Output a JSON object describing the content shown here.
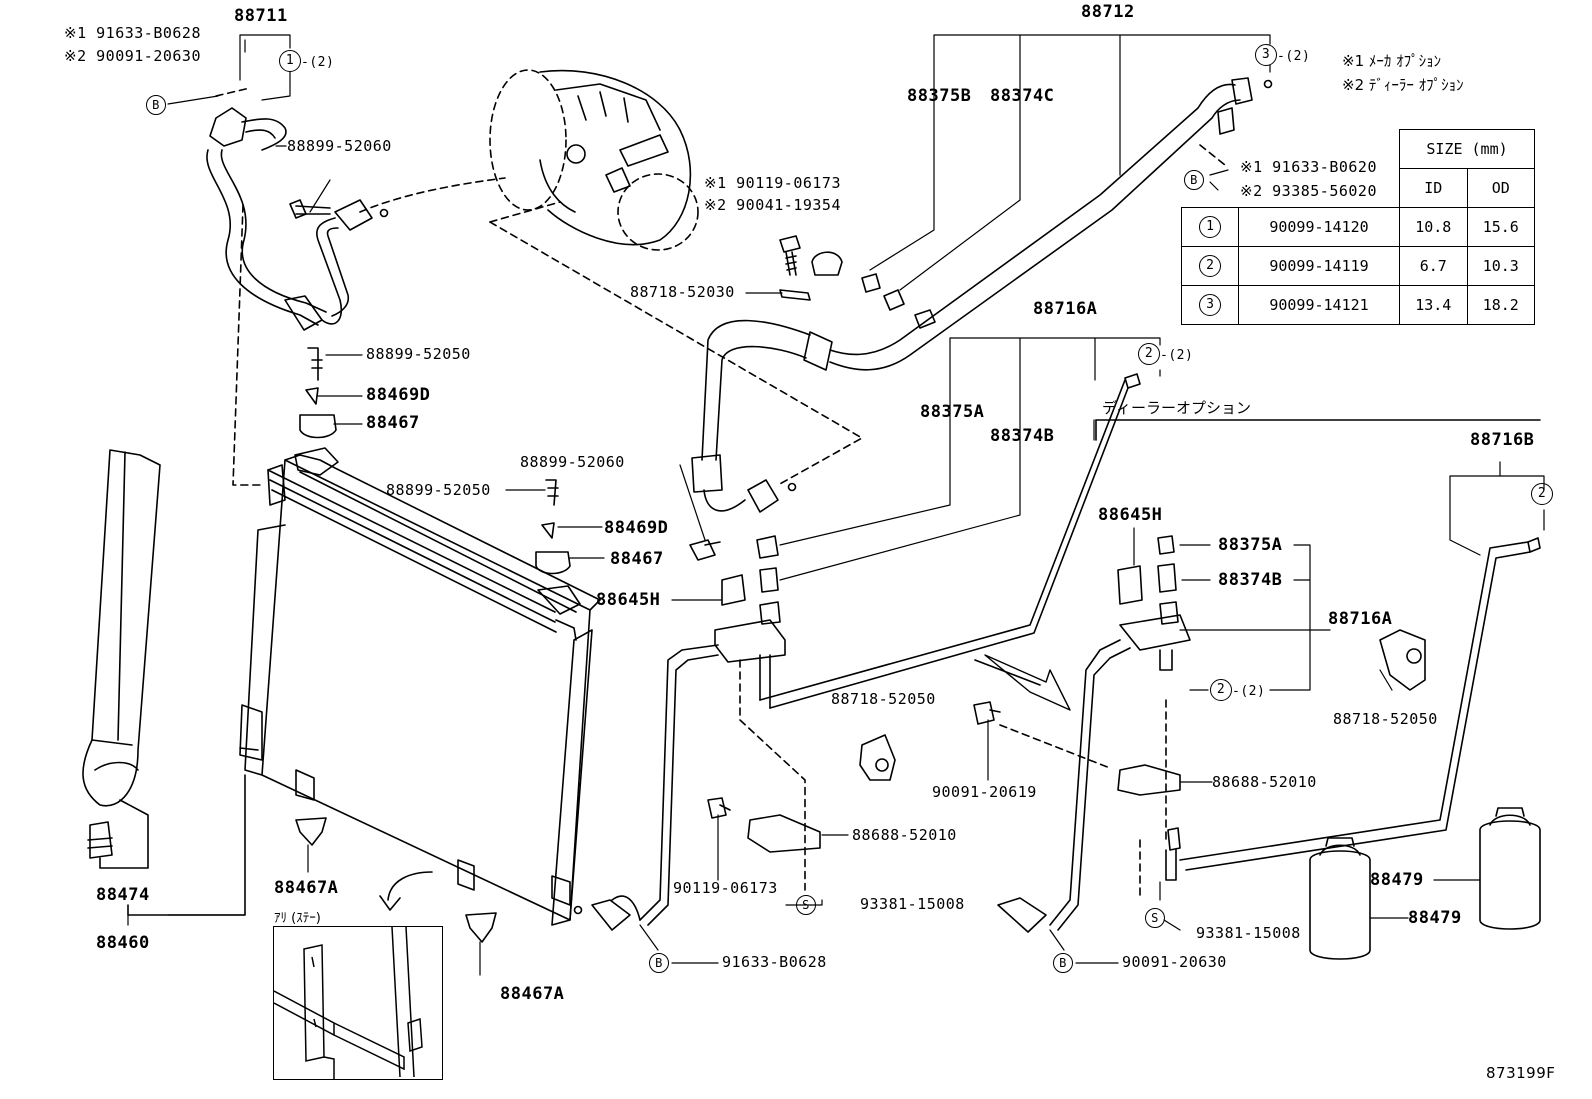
{
  "diagram": {
    "figure_id": "873199F",
    "parts": {
      "p88711": "88711",
      "p88712": "88712",
      "p88716a_top": "88716A",
      "p88716a_right": "88716A",
      "p88716b": "88716B",
      "p88375b": "88375B",
      "p88374c": "88374C",
      "p88375a_left": "88375A",
      "p88374b_left": "88374B",
      "p88375a_right": "88375A",
      "p88374b_right": "88374B",
      "p88645h_left": "88645H",
      "p88645h_right": "88645H",
      "p88899_52060_top": "88899-52060",
      "p88899_52050_top": "88899-52050",
      "p88469d_top": "88469D",
      "p88467_top": "88467",
      "p88899_52060_mid": "88899-52060",
      "p88899_52050_mid": "88899-52050",
      "p88469d_mid": "88469D",
      "p88467_mid": "88467",
      "p88718_52030": "88718-52030",
      "p88718_52050_mid": "88718-52050",
      "p88718_52050_right": "88718-52050",
      "p90091_20619": "90091-20619",
      "p88688_52010_mid": "88688-52010",
      "p88688_52010_right": "88688-52010",
      "p90119_06173": "90119-06173",
      "p93381_15008_mid": "93381-15008",
      "p93381_15008_right": "93381-15008",
      "p91633_b0628_bottom": "91633-B0628",
      "p90091_20630_bottom": "90091-20630",
      "p88474": "88474",
      "p88460": "88460",
      "p88467a_left": "88467A",
      "p88467a_bottom": "88467A",
      "p88479_a": "88479",
      "p88479_b": "88479"
    },
    "notes": {
      "n1_top_left": "※1 91633-B0628",
      "n2_top_left": "※2 90091-20630",
      "n1_compressor": "※1 90119-06173",
      "n2_compressor": "※2 90041-19354",
      "n1_right": "※1 91633-B0620",
      "n2_right": "※2 93385-56020",
      "legend_1": "※1 ﾒｰｶ ｵﾌﾟｼｮﾝ",
      "legend_2": "※2 ﾃﾞｨｰﾗｰ ｵﾌﾟｼｮﾝ",
      "dealer_option": "ディーラーオプション",
      "inset_caption": "ｱﾘ (ｽﾃｰ)"
    },
    "markers": {
      "b": "B",
      "s": "S",
      "c1": "1",
      "c2": "2",
      "c3": "3",
      "qty2": "-(2)"
    },
    "size_table": {
      "header": "SIZE (mm)",
      "col_id": "ID",
      "col_od": "OD",
      "rows": [
        {
          "mark": "1",
          "part": "90099-14120",
          "id": "10.8",
          "od": "15.6"
        },
        {
          "mark": "2",
          "part": "90099-14119",
          "id": "6.7",
          "od": "10.3"
        },
        {
          "mark": "3",
          "part": "90099-14121",
          "id": "13.4",
          "od": "18.2"
        }
      ]
    }
  }
}
